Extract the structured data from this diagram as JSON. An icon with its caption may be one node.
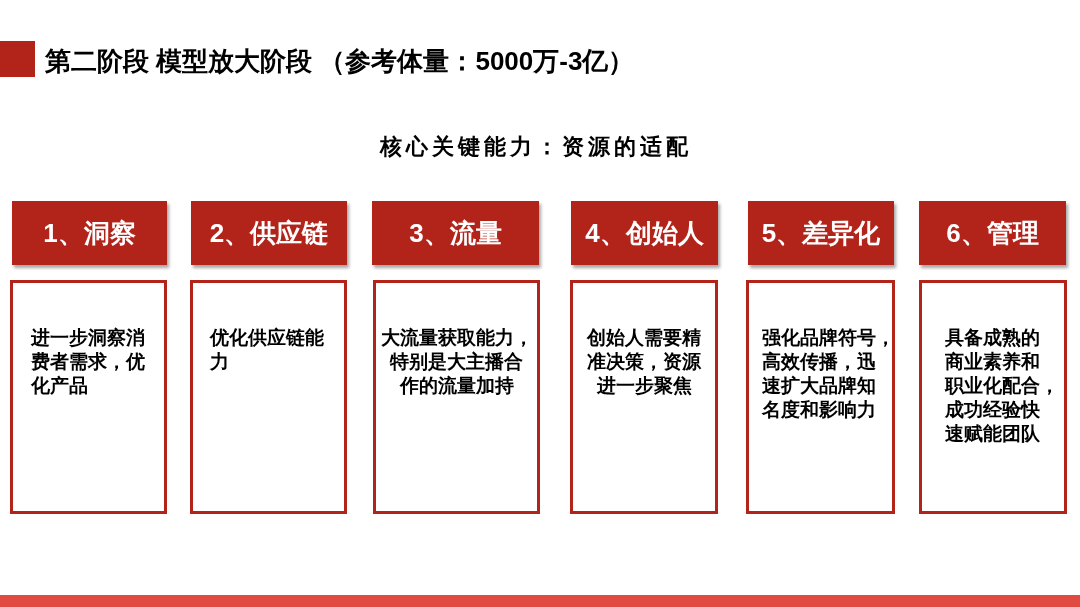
{
  "diagram": {
    "title": "第二阶段 模型放大阶段 （参考体量：5000万-3亿）",
    "nodes": [
      {
        "text": [
          "1、洞察"
        ]
      },
      {
        "text": [
          "2、供应链"
        ]
      },
      {
        "text": [
          "3、流量"
        ]
      },
      {
        "text": [
          "4、创始人"
        ]
      },
      {
        "text": [
          "5、差异化"
        ]
      },
      {
        "text": [
          "6、管理"
        ]
      },
      {
        "text": [
          "进一步洞察消费者需求，优化产品"
        ]
      },
      {
        "text": [
          "优化供应链能力"
        ]
      },
      {
        "text": [
          "大流量获取能力，特别是大主播合作的流量加持"
        ]
      },
      {
        "text": [
          "创始人需要精准决策，资源进一步聚焦"
        ]
      },
      {
        "text": [
          "强化品牌符号，高效传播，迅速扩大品牌知名度和影响力"
        ]
      },
      {
        "text": [
          "具备成熟的商业素养和职业化配合，成功经验快速赋能团队"
        ]
      }
    ],
    "labels": [
      "核心关键能力：资源的适配"
    ]
  }
}
